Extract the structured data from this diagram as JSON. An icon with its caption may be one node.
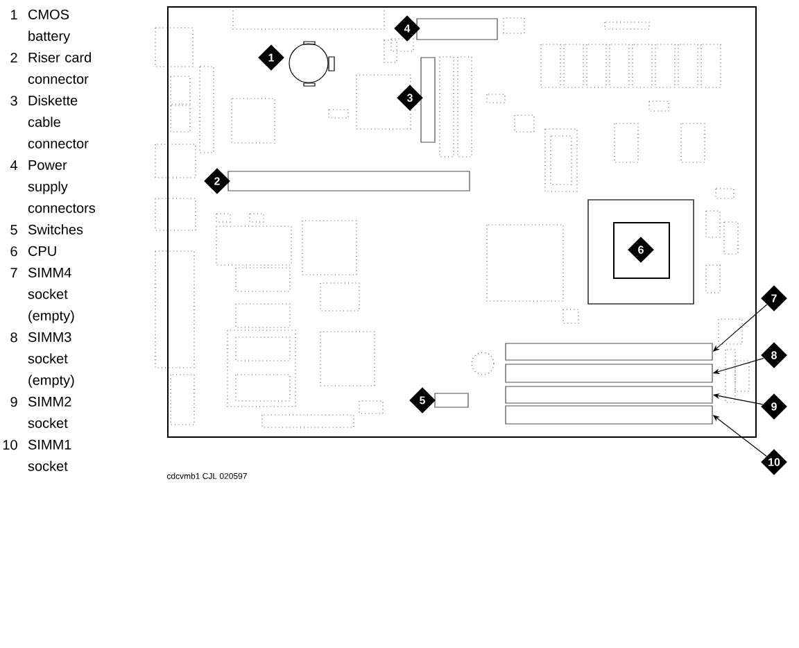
{
  "diagram": {
    "nodes": [
      {
        "text": [],
        "shape": "box"
      },
      {
        "text": [],
        "shape": "circle",
        "in": 0
      },
      {
        "text": [],
        "shape": "bar",
        "in": 0
      },
      {
        "text": [],
        "shape": "bar",
        "in": 0
      },
      {
        "text": [],
        "shape": "bar",
        "in": 0
      },
      {
        "text": [],
        "shape": "bar",
        "in": 0
      },
      {
        "text": [],
        "shape": "box",
        "in": 0
      },
      {
        "text": [],
        "shape": "bar",
        "in": 0
      },
      {
        "text": [],
        "shape": "bar",
        "in": 0
      },
      {
        "text": [],
        "shape": "bar",
        "in": 0
      },
      {
        "text": [],
        "shape": "bar",
        "in": 0
      },
      {
        "text": [
          "1"
        ],
        "in": 0
      },
      {
        "text": [
          "2"
        ],
        "in": 0
      },
      {
        "text": [
          "3"
        ],
        "in": 0
      },
      {
        "text": [
          "4"
        ],
        "in": 0
      },
      {
        "text": [
          "5"
        ],
        "in": 0
      },
      {
        "text": [
          "6"
        ],
        "in": 6
      },
      {
        "text": [
          "7"
        ]
      },
      {
        "text": [
          "8"
        ]
      },
      {
        "text": [
          "9"
        ]
      },
      {
        "text": [
          "10"
        ]
      }
    ],
    "edges": [
      {
        "from": 17,
        "to": 7,
        "arrow": "to"
      },
      {
        "from": 18,
        "to": 8,
        "arrow": "to"
      },
      {
        "from": 19,
        "to": 9,
        "arrow": "to"
      },
      {
        "from": 20,
        "to": 10,
        "arrow": "to"
      }
    ],
    "labels": [
      "1",
      "CMOS battery",
      "2",
      "Riser card connector",
      "3",
      "Diskette cable connector",
      "4",
      "Power supply connectors",
      "5",
      "Switches",
      "6",
      "CPU",
      "7",
      "SIMM4 socket (empty)",
      "8",
      "SIMM3 socket (empty)",
      "9",
      "SIMM2 socket",
      "10",
      "SIMM1 socket",
      "cdcvmb1 CJL 020597"
    ]
  }
}
